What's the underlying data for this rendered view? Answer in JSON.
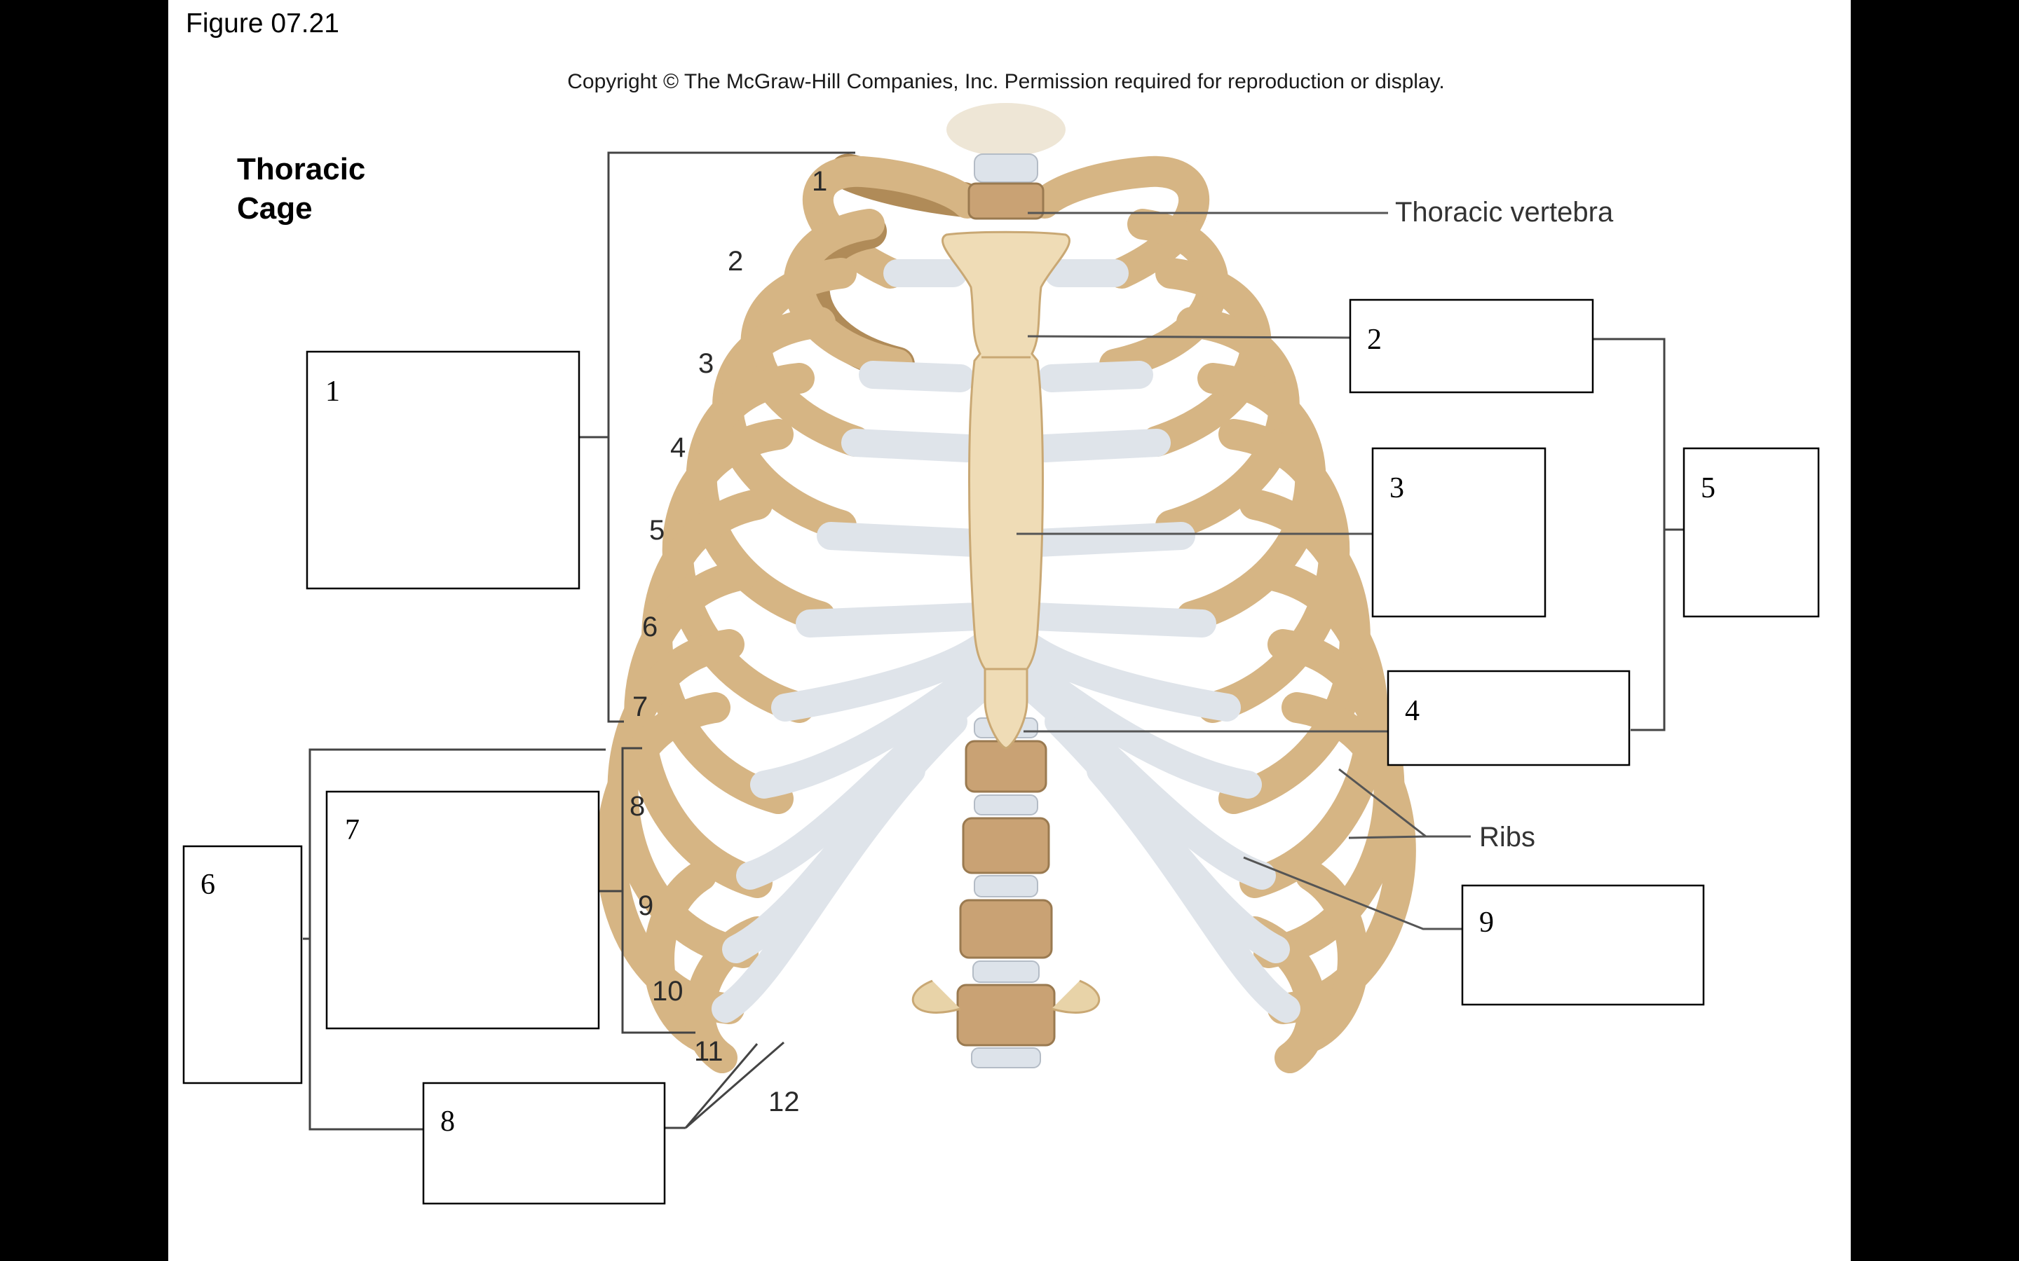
{
  "figure_number": "Figure 07.21",
  "copyright": "Copyright © The McGraw-Hill Companies, Inc. Permission required for reproduction or display.",
  "title": {
    "line1": "Thoracic",
    "line2": "Cage"
  },
  "rib_numbers": [
    "1",
    "2",
    "3",
    "4",
    "5",
    "6",
    "7",
    "8",
    "9",
    "10",
    "11",
    "12"
  ],
  "labels": {
    "thoracic_vertebra": "Thoracic vertebra",
    "ribs": "Ribs"
  },
  "boxes": [
    "1",
    "2",
    "3",
    "4",
    "5",
    "6",
    "7",
    "8",
    "9"
  ],
  "colors": {
    "bone": "#d6b584",
    "cartilage": "#dfe4ea",
    "vertebra": "#c9a274"
  }
}
